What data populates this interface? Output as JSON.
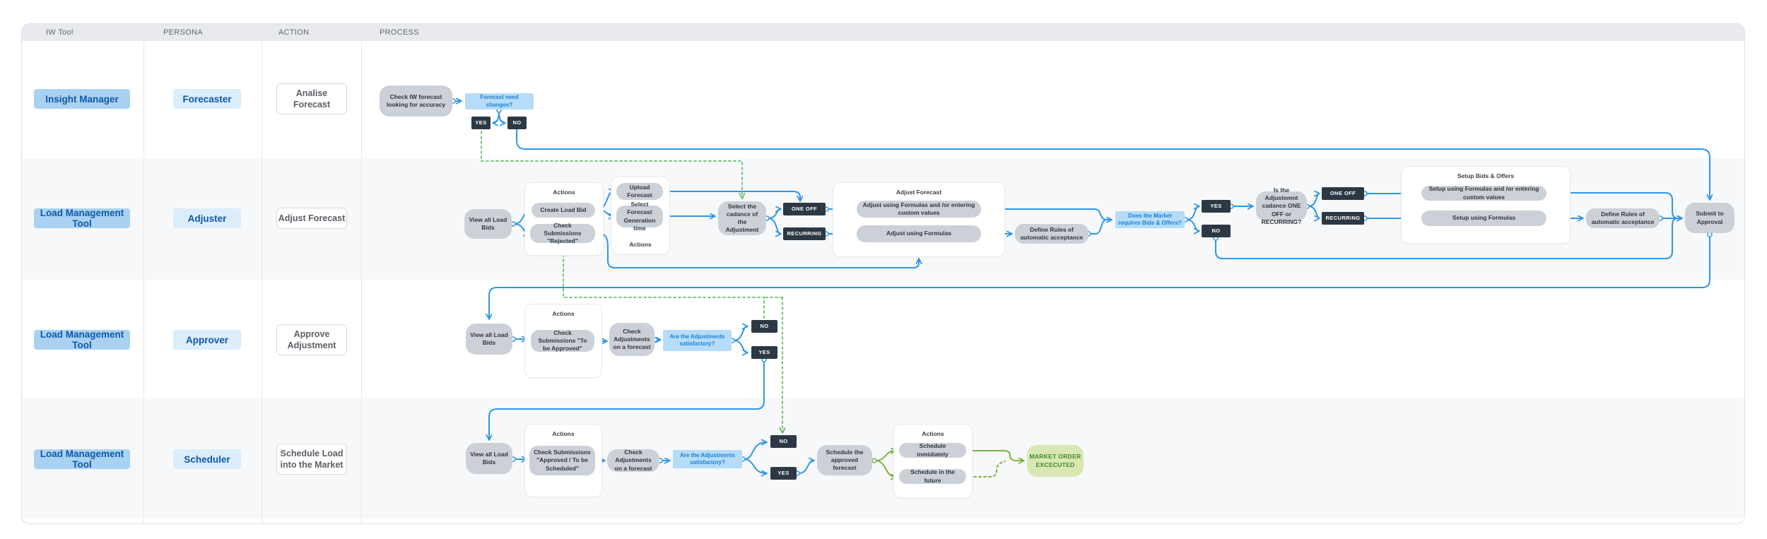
{
  "header": {
    "col_tool": "IW Tool",
    "col_persona": "PERSONA",
    "col_action": "ACTION",
    "col_process": "PROCESS"
  },
  "labels": {
    "actions": "Actions",
    "yes": "YES",
    "no": "NO",
    "one_off": "ONE OFF",
    "recurring": "RECURRING",
    "view_bids": "View all Load Bids"
  },
  "lanes": [
    {
      "tool": "Insight Manager",
      "persona": "Forecaster",
      "action": "Analise Forecast"
    },
    {
      "tool": "Load Management Tool",
      "persona": "Adjuster",
      "action": "Adjust Forecast"
    },
    {
      "tool": "Load Management Tool",
      "persona": "Approver",
      "action": "Approve Adjustment"
    },
    {
      "tool": "Load Management Tool",
      "persona": "Scheduler",
      "action": "Schedule Load into the Market"
    }
  ],
  "process": {
    "row1": {
      "check_iw": "Check IW forecast looking for accuracy",
      "forecast_need_changes": "Forecast need changes?"
    },
    "row2": {
      "create_load_bid": "Create Load Bid",
      "check_rejected": "Check Submissions \"Rejected\"",
      "upload_forecast": "Upload Forecast",
      "select_time": "Select Forecast Generation time",
      "select_cadence": "Select the cadance of the Adjustment",
      "adjust_group": "Adjust Forecast",
      "adjust_custom": "Adjust using Formulas and /or entering custom values",
      "adjust_formulas": "Adjust using Formulas",
      "define_rules": "Define Rules of automatic acceptance",
      "market_requires": "Does the Market requires Bids & Offers?",
      "is_adjustment": "Is the Adjustemnt cadance ONE OFF or RECURRING?",
      "setup_group": "Setup Bids & Offers",
      "setup_custom": "Setup using Formulas and /or entering custom values",
      "setup_formulas": "Setup using Formulas",
      "define_rules2": "Define Rules of automatic acceptance",
      "submit": "Submit to Approval"
    },
    "row3": {
      "check_to_approve": "Check Submissions \"To be Approved\"",
      "check_adjustments": "Check Adjustments on a forecast",
      "satisfactory": "Are the Adjustments satisfactory?"
    },
    "row4": {
      "check_approved": "Check Submissions \"Approved / To be Scheduled\"",
      "check_adjustments": "Check Adjustments on a forecast",
      "satisfactory": "Are the Adjustments satisfactory?",
      "schedule_approved": "Schedule the approved forecast",
      "schedule_now": "Schedule inmidiately",
      "schedule_future": "Schedule in the future",
      "market_order": "MARKET ORDER EXCECUTED"
    }
  },
  "colors": {
    "blue_line": "#2f97e8",
    "green_dashed": "#66bb6a",
    "green_line": "#7cb342",
    "tool_bg": "#a9d2f2",
    "persona_bg": "#dcedfb",
    "decision_bg": "#b5dcf8",
    "dark_box": "#2c3844",
    "node_gray": "#ccd1d8",
    "market_bg": "#d9e8b2"
  }
}
